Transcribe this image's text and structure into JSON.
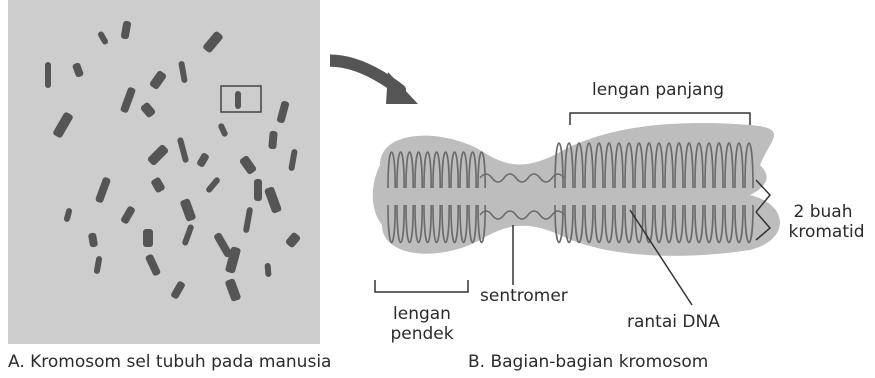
{
  "labels": {
    "long_arm": "lengan panjang",
    "two_chromatids_line1": "2 buah",
    "two_chromatids_line2": "kromatid",
    "short_arm_line1": "lengan",
    "short_arm_line2": "pendek",
    "centromere": "sentromer",
    "dna_strand": "rantai DNA"
  },
  "captions": {
    "a": "A. Kromosom sel tubuh pada manusia",
    "b": "B. Bagian-bagian kromosom"
  }
}
